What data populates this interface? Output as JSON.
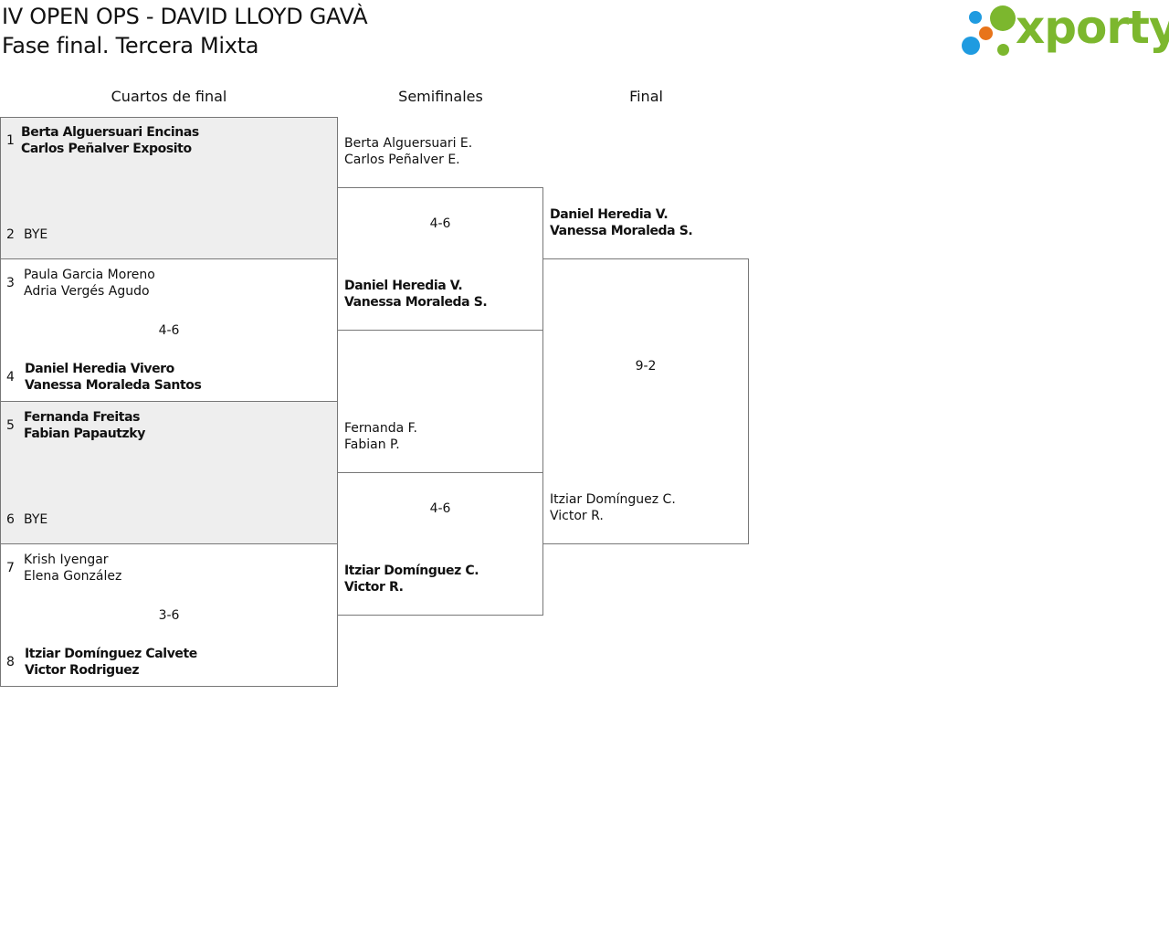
{
  "header": {
    "title": "IV OPEN OPS - DAVID LLOYD GAVÀ",
    "subtitle": "Fase final. Tercera Mixta",
    "logo_text": "xporty"
  },
  "rounds": [
    "Cuartos de final",
    "Semifinales",
    "Final"
  ],
  "quarterfinals": [
    {
      "top": {
        "seed": "1",
        "p1": "Berta Alguersuari Encinas",
        "p2": "Carlos Peñalver Exposito"
      },
      "bottom": {
        "seed": "2",
        "bye": "BYE"
      },
      "score": ""
    },
    {
      "top": {
        "seed": "3",
        "p1": "Paula Garcia Moreno",
        "p2": "Adria Vergés Agudo"
      },
      "bottom": {
        "seed": "4",
        "p1": "Daniel Heredia Vivero",
        "p2": "Vanessa Moraleda Santos"
      },
      "score": "4-6"
    },
    {
      "top": {
        "seed": "5",
        "p1": "Fernanda Freitas",
        "p2": "Fabian Papautzky"
      },
      "bottom": {
        "seed": "6",
        "bye": "BYE"
      },
      "score": ""
    },
    {
      "top": {
        "seed": "7",
        "p1": "Krish Iyengar",
        "p2": "Elena González"
      },
      "bottom": {
        "seed": "8",
        "p1": "Itziar Domínguez Calvete",
        "p2": "Victor Rodriguez"
      },
      "score": "3-6"
    }
  ],
  "semifinals": [
    {
      "top": {
        "p1": "Berta Alguersuari E.",
        "p2": "Carlos Peñalver E."
      },
      "bottom": {
        "p1": "Daniel Heredia V.",
        "p2": "Vanessa Moraleda S."
      },
      "score": "4-6"
    },
    {
      "top": {
        "p1": "Fernanda F.",
        "p2": "Fabian P."
      },
      "bottom": {
        "p1": "Itziar Domínguez C.",
        "p2": "Victor R."
      },
      "score": "4-6"
    }
  ],
  "final": {
    "top": {
      "p1": "Daniel Heredia V.",
      "p2": "Vanessa Moraleda S."
    },
    "bottom": {
      "p1": "Itziar Domínguez C.",
      "p2": "Victor R."
    },
    "score": "9-2"
  },
  "colors": {
    "logo_green": "#7cb72e",
    "logo_blue": "#1f9be0",
    "logo_orange": "#e8741a",
    "bye_box_fill": "#eeeeee"
  }
}
